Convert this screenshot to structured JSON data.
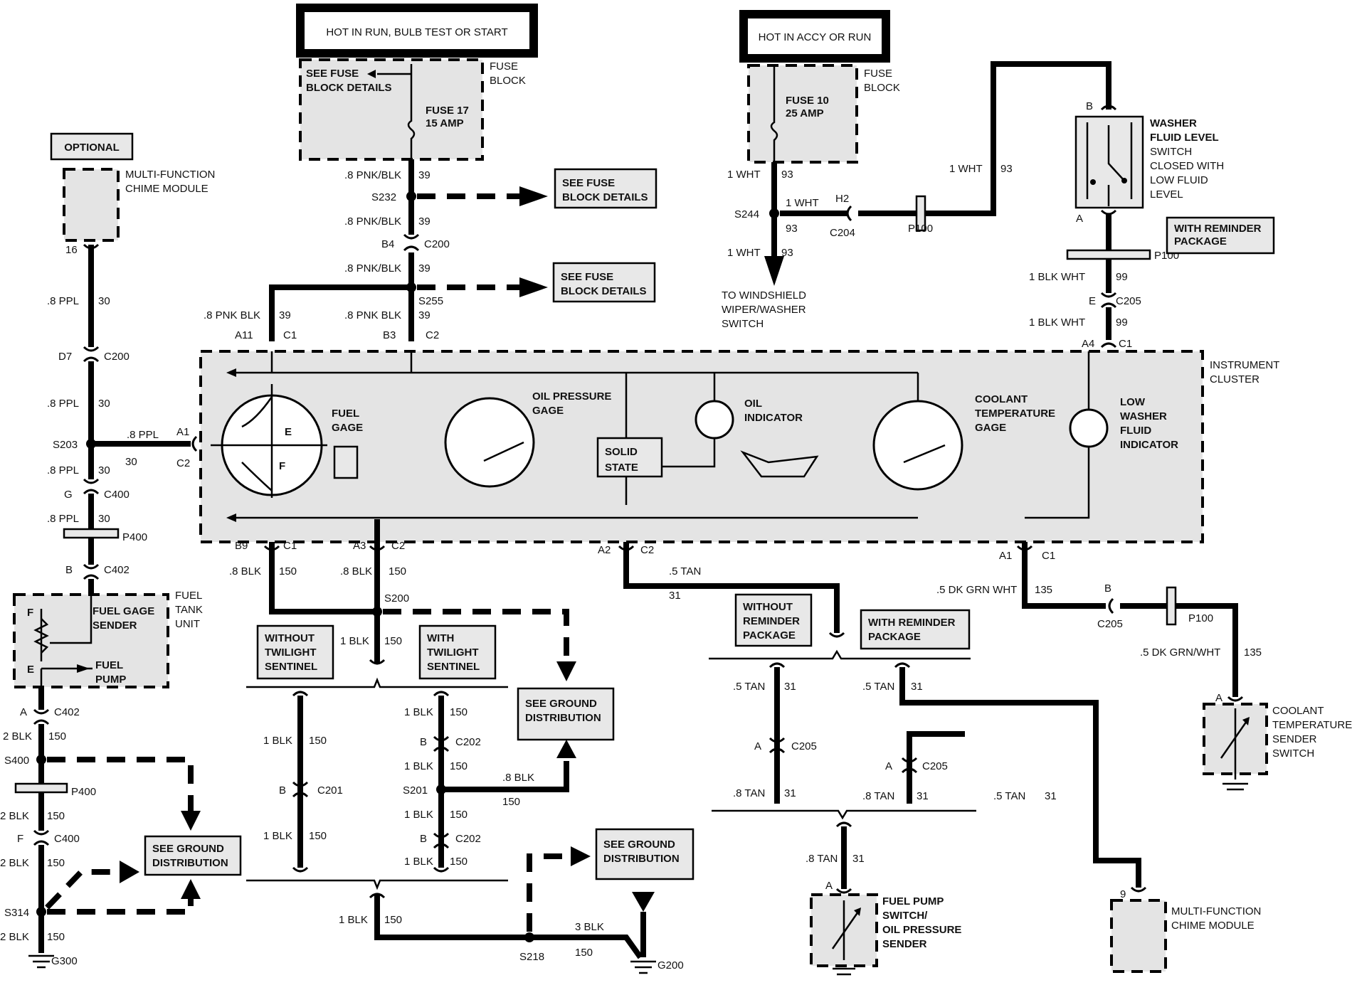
{
  "headers": {
    "run_hot": "HOT IN RUN, BULB TEST OR START",
    "accy_hot": "HOT IN ACCY OR RUN"
  },
  "fuse_left": {
    "details": [
      "SEE FUSE",
      "BLOCK DETAILS"
    ],
    "fuse": [
      "FUSE 17",
      "15 AMP"
    ],
    "label": [
      "FUSE",
      "BLOCK"
    ]
  },
  "fuse_right": {
    "fuse": [
      "FUSE 10",
      "25 AMP"
    ],
    "label": [
      "FUSE",
      "BLOCK"
    ]
  },
  "optional": "OPTIONAL",
  "chime_left": [
    "MULTI-FUNCTION",
    "CHIME MODULE"
  ],
  "chime_right": [
    "MULTI-FUNCTION",
    "CHIME MODULE"
  ],
  "see_fuse_1": [
    "SEE FUSE",
    "BLOCK DETAILS"
  ],
  "see_fuse_2": [
    "SEE FUSE",
    "BLOCK DETAILS"
  ],
  "cluster": {
    "label": [
      "INSTRUMENT",
      "CLUSTER"
    ],
    "fuel_gage": [
      "FUEL",
      "GAGE"
    ],
    "oil_pressure_gage": [
      "OIL PRESSURE",
      "GAGE"
    ],
    "solid_state": [
      "SOLID",
      "STATE"
    ],
    "oil_indicator": [
      "OIL",
      "INDICATOR"
    ],
    "coolant_gage": [
      "COOLANT",
      "TEMPERATURE",
      "GAGE"
    ],
    "low_washer": [
      "LOW",
      "WASHER",
      "FLUID",
      "INDICATOR"
    ],
    "fuel_E": "E",
    "fuel_F": "F"
  },
  "washer_switch": [
    "WASHER",
    "FLUID LEVEL",
    "SWITCH",
    "CLOSED WITH",
    "LOW FLUID",
    "LEVEL"
  ],
  "with_reminder_top": [
    "WITH REMINDER",
    "PACKAGE"
  ],
  "windshield": [
    "TO WINDSHIELD",
    "WIPER/WASHER",
    "SWITCH"
  ],
  "fuel_tank": {
    "label": [
      "FUEL",
      "TANK",
      "UNIT"
    ],
    "sender": [
      "FUEL GAGE",
      "SENDER"
    ],
    "pump": [
      "FUEL",
      "PUMP"
    ],
    "F": "F",
    "E": "E"
  },
  "twilight": {
    "without": [
      "WITHOUT",
      "TWILIGHT",
      "SENTINEL"
    ],
    "with": [
      "WITH",
      "TWILIGHT",
      "SENTINEL"
    ]
  },
  "reminder": {
    "without": [
      "WITHOUT",
      "REMINDER",
      "PACKAGE"
    ],
    "with": [
      "WITH REMINDER",
      "PACKAGE"
    ]
  },
  "ground_dist": [
    "SEE GROUND",
    "DISTRIBUTION"
  ],
  "coolant_sender": [
    "COOLANT",
    "TEMPERATURE",
    "SENDER",
    "SWITCH"
  ],
  "oil_sender": [
    "FUEL PUMP",
    "SWITCH/",
    "OIL PRESSURE",
    "SENDER"
  ],
  "wire_labels": {
    "pnk_blk_slash": ".8 PNK/BLK",
    "pnk_blk_space": ".8 PNK BLK",
    "c39": "39",
    "ppl": ".8 PPL",
    "c30": "30",
    "blk08": ".8 BLK",
    "blk1": "1 BLK",
    "blk2": "2 BLK",
    "blk3": "3 BLK",
    "c150": "150",
    "tan05": ".5 TAN",
    "tan08": ".8 TAN",
    "c31": "31",
    "wht1": "1 WHT",
    "c93": "93",
    "blkwht": "1 BLK WHT",
    "c99": "99",
    "dkgrn": ".5 DK GRN WHT",
    "dkgrn2": ".5 DK GRN/WHT",
    "c135": "135"
  },
  "splices": {
    "S232": "S232",
    "S255": "S255",
    "S244": "S244",
    "S203": "S203",
    "S200": "S200",
    "S201": "S201",
    "S218": "S218",
    "S400": "S400",
    "S314": "S314"
  },
  "connectors": {
    "C200": "C200",
    "C1": "C1",
    "C2": "C2",
    "C204": "C204",
    "C205": "C205",
    "C400": "C400",
    "C402": "C402",
    "C201": "C201",
    "C202": "C202",
    "P100": "P100",
    "P400": "P400"
  },
  "pins": {
    "B4": "B4",
    "B3": "B3",
    "A11": "A11",
    "A1": "A1",
    "A2": "A2",
    "A3": "A3",
    "A4": "A4",
    "B9": "B9",
    "D7": "D7",
    "G": "G",
    "B": "B",
    "A": "A",
    "E": "E",
    "F": "F",
    "H2": "H2",
    "p16": "16",
    "p9": "9"
  },
  "grounds": {
    "G300": "G300",
    "G200": "G200"
  }
}
